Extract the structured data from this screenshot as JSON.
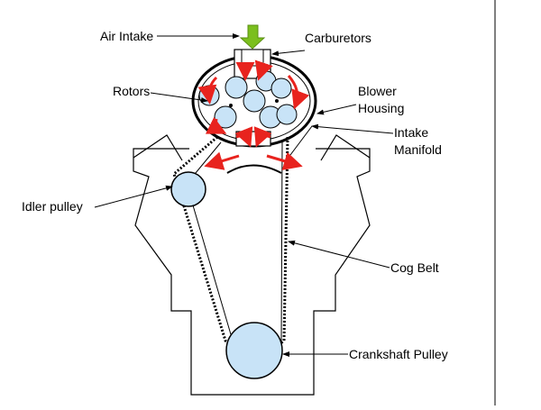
{
  "labels": {
    "air_intake": "Air Intake",
    "carburetors": "Carburetors",
    "rotors": "Rotors",
    "blower_line1": "Blower",
    "blower_line2": "Housing",
    "intake_line1": "Intake",
    "intake_line2": "Manifold",
    "idler_pulley": "Idler pulley",
    "cog_belt": "Cog Belt",
    "crankshaft_pulley": "Crankshaft Pulley"
  },
  "colors": {
    "arrow_intake": "#7bbf1e",
    "flow": "#e8231e",
    "pulley_fill": "#c8e3f7",
    "line": "#000000"
  },
  "icons": {
    "intake_arrow": "down-arrow-icon",
    "flow_arrows": "curved-arrow-icon"
  }
}
